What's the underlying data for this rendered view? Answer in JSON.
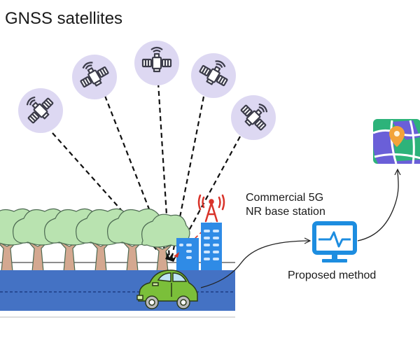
{
  "title": "GNSS satellites",
  "base_station_label": [
    "Commercial 5G",
    "NR base station"
  ],
  "method_label": "Proposed method",
  "satellites": [
    {
      "name": "satellite-1",
      "icon": "satellite-icon"
    },
    {
      "name": "satellite-2",
      "icon": "satellite-icon"
    },
    {
      "name": "satellite-3",
      "icon": "satellite-icon"
    },
    {
      "name": "satellite-4",
      "icon": "satellite-icon"
    },
    {
      "name": "satellite-5",
      "icon": "satellite-icon"
    }
  ],
  "icons": {
    "vehicle": "car-icon",
    "tower": "antenna-tower-icon",
    "monitor": "monitor-pulse-icon",
    "map": "map-pin-icon",
    "trees": "tree-icon"
  },
  "colors": {
    "satellite_bg": "#ddd8f2",
    "satellite_stroke": "#3c3c4a",
    "road": "#4472c4",
    "tree_crown": "#b9e3b0",
    "tree_trunk": "#d4a890",
    "building": "#2f8be6",
    "tower": "#d9342b",
    "car": "#7bbf3a",
    "monitor": "#1d8de0",
    "map_green": "#2db37a",
    "map_purple": "#6a5fd8",
    "map_pin": "#f2a33a"
  }
}
